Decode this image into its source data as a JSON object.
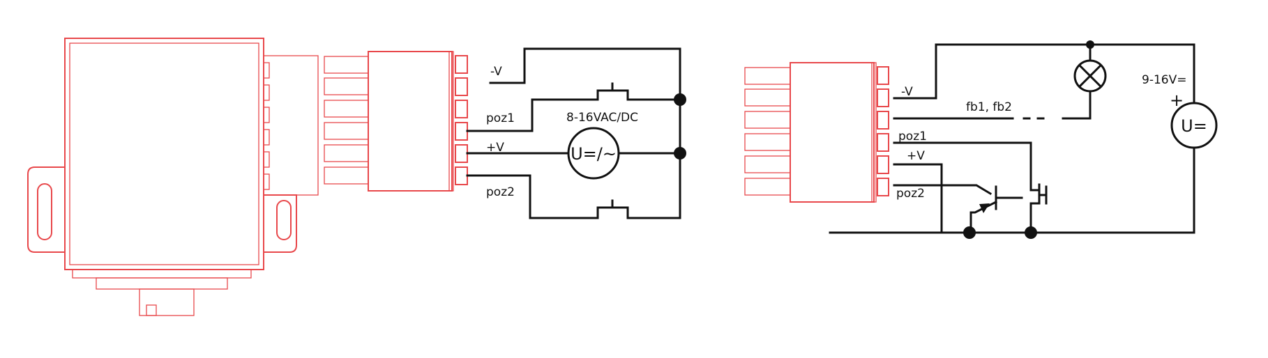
{
  "colors": {
    "outline": "#e8474a",
    "wire": "#111111",
    "background": "#ffffff"
  },
  "left_diagram": {
    "labels": {
      "minus_v": "-V",
      "poz1": "poz1",
      "plus_v": "+V",
      "poz2": "poz2",
      "supply_range": "8-16VAC/DC",
      "source_symbol": "U=/~"
    }
  },
  "right_diagram": {
    "labels": {
      "minus_v": "-V",
      "feedback": "fb1, fb2",
      "poz1": "poz1",
      "plus_v": "+V",
      "poz2": "poz2",
      "supply_range": "9-16V=",
      "plus_sign": "+",
      "source_symbol": "U="
    }
  },
  "icons": {
    "lamp": "lamp-icon",
    "pushbutton": "pushbutton-switch-icon",
    "transistor": "transistor-icon",
    "voltage_source": "voltage-source-icon"
  }
}
